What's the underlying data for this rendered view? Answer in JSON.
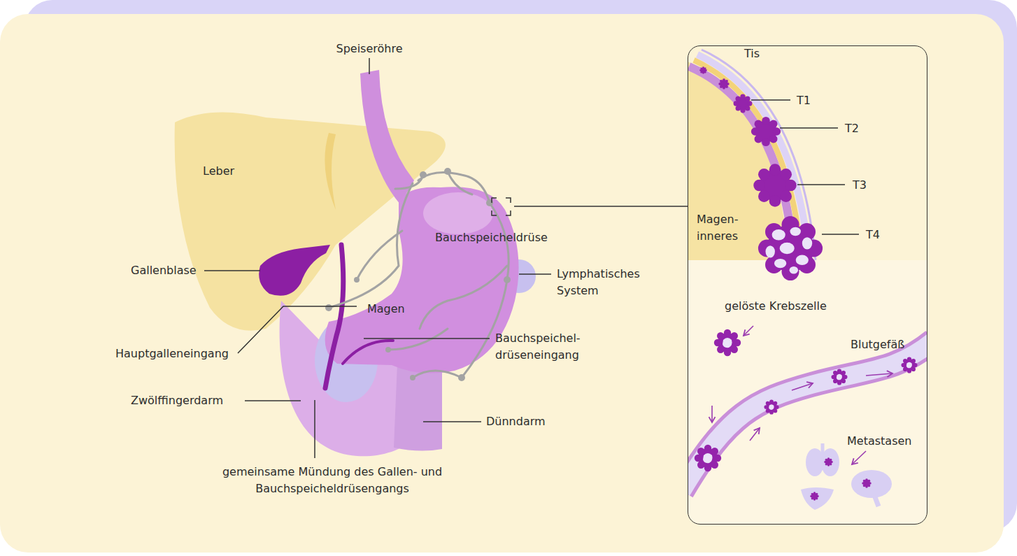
{
  "diagram": {
    "nodes": [
      {
        "text": [
          "Tis",
          "T1",
          "T2",
          "T3",
          "T4",
          "Magen- inneres",
          "gelöste Krebszelle",
          "Blutgefäß",
          "Metastasen"
        ]
      }
    ],
    "labels": [
      "Speiseröhre",
      "Leber",
      "Bauchspeicheldrüse",
      "Gallenblase",
      "Lymphatisches System",
      "Magen",
      "Hauptgalleneingang",
      "Bauchspeichel- drüseneingang",
      "Zwölffingerdarm",
      "Dünndarm",
      "gemeinsame Mündung des Gallen- und Bauchspeicheldrüsengangs"
    ]
  }
}
